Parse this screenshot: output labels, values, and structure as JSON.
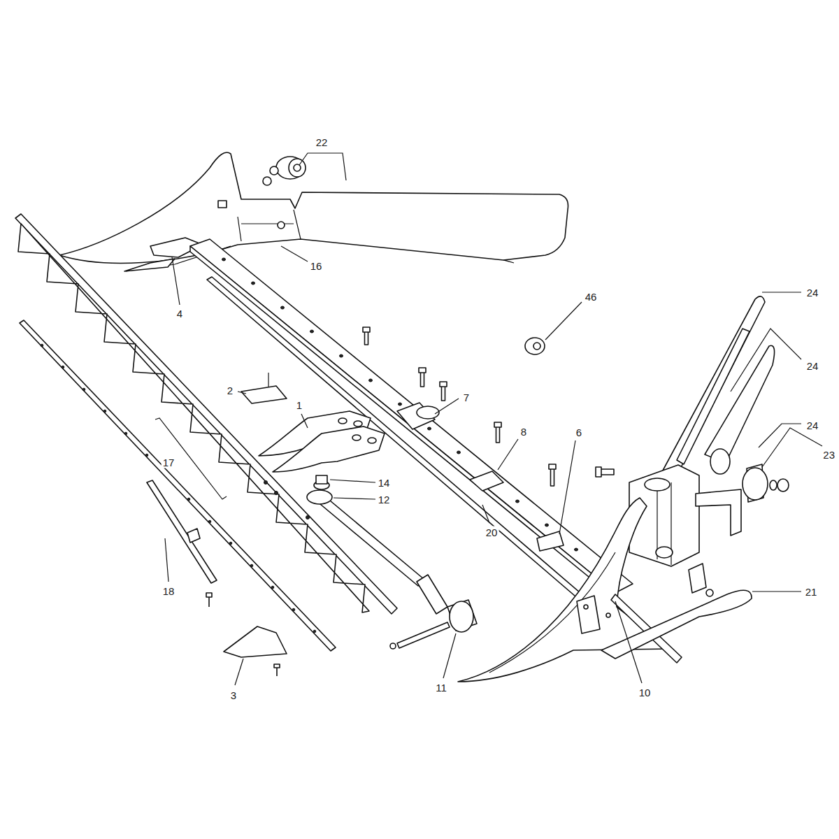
{
  "diagram": {
    "labels": [
      "22",
      "16",
      "4",
      "46",
      "24",
      "24",
      "24",
      "2",
      "1",
      "7",
      "8",
      "6",
      "23",
      "17",
      "14",
      "12",
      "20",
      "18",
      "21",
      "11",
      "10",
      "3"
    ]
  }
}
